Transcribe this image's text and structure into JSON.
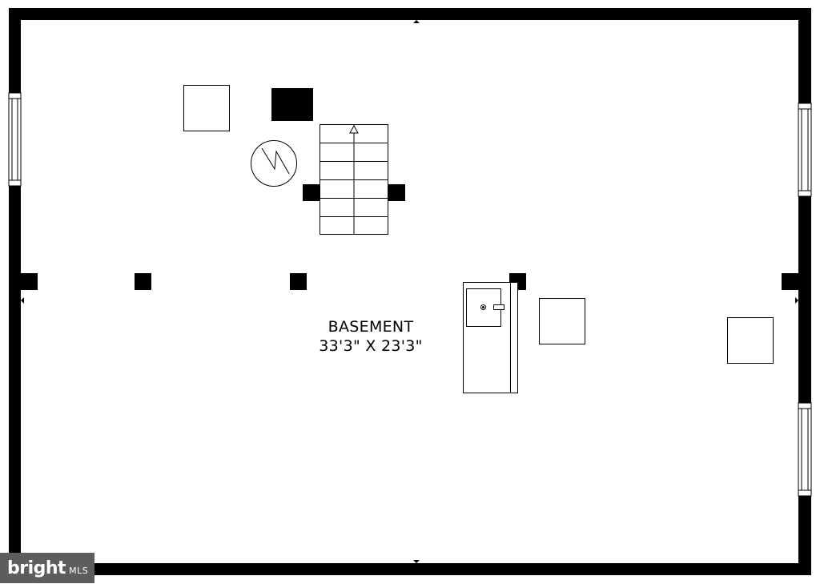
{
  "room": {
    "name": "BASEMENT",
    "dimensions": "33'3\" X 23'3\""
  },
  "watermark": {
    "brand": "bright",
    "suffix": "MLS"
  },
  "colors": {
    "wall": "#000000",
    "background": "#ffffff",
    "watermark_bg": "#5d5d5d"
  }
}
